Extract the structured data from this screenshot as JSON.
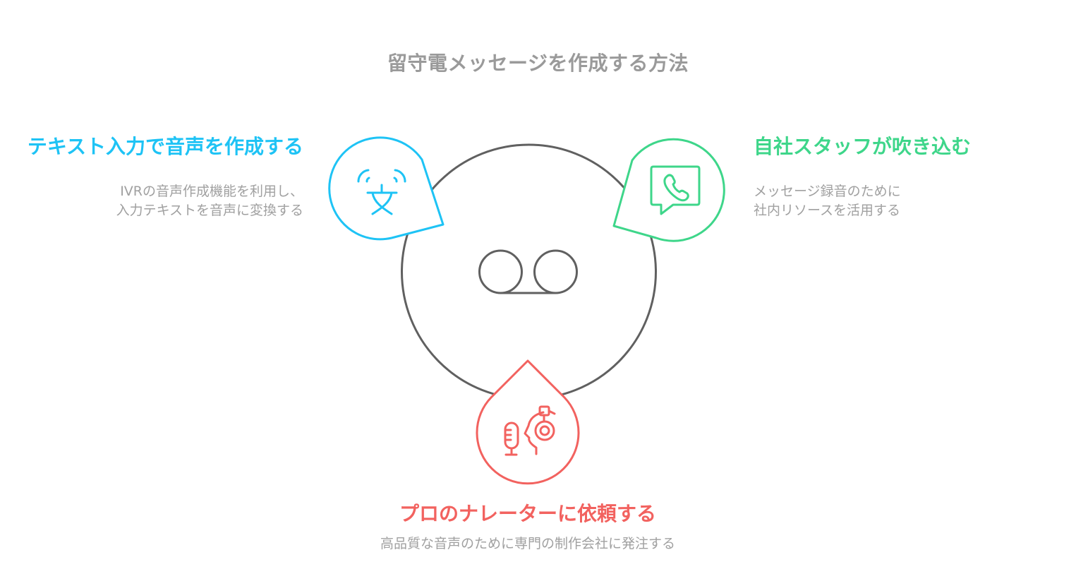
{
  "title": "留守電メッセージを作成する方法",
  "colors": {
    "title": "#9a9a9a",
    "center": "#606060",
    "blue": "#1ec3f5",
    "green": "#3ed68a",
    "red": "#f2625f",
    "description": "#a0a0a0"
  },
  "center_node": {
    "icon": "voicemail-icon"
  },
  "options": [
    {
      "heading": "テキスト入力で音声を作成する",
      "description_lines": [
        "IVRの音声作成機能を利用し、",
        "入力テキストを音声に変換する"
      ],
      "icon": "text-to-speech-icon",
      "color": "#1ec3f5",
      "position": "top-left"
    },
    {
      "heading": "自社スタッフが吹き込む",
      "description_lines": [
        "メッセージ録音のために",
        "社内リソースを活用する"
      ],
      "icon": "phone-message-icon",
      "color": "#3ed68a",
      "position": "top-right"
    },
    {
      "heading": "プロのナレーターに依頼する",
      "description_lines": [
        "高品質な音声のために専門の制作会社に発注する"
      ],
      "icon": "narrator-microphone-headset-icon",
      "color": "#f2625f",
      "position": "bottom"
    }
  ]
}
